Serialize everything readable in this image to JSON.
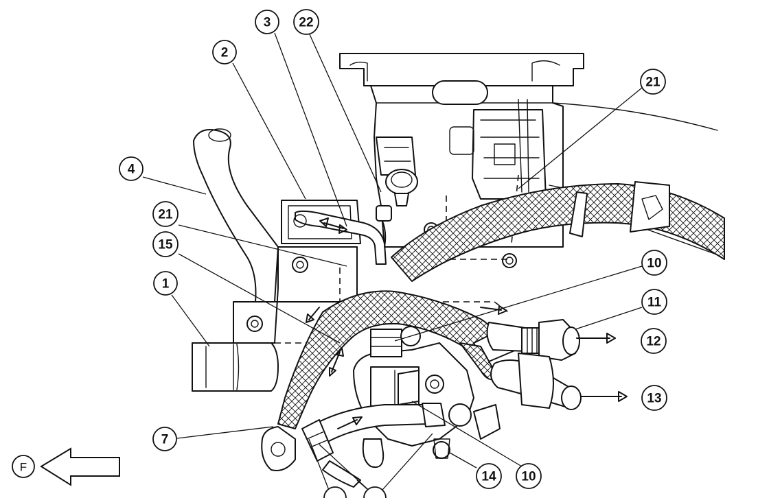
{
  "callouts": {
    "c1": "1",
    "c2": "2",
    "c3": "3",
    "c4": "4",
    "c7": "7",
    "c10a": "10",
    "c10b": "10",
    "c11": "11",
    "c12": "12",
    "c13": "13",
    "c14": "14",
    "c15": "15",
    "c21a": "21",
    "c21b": "21",
    "c22": "22"
  },
  "direction": {
    "label": "F",
    "icon": "front-direction-arrow-icon"
  }
}
